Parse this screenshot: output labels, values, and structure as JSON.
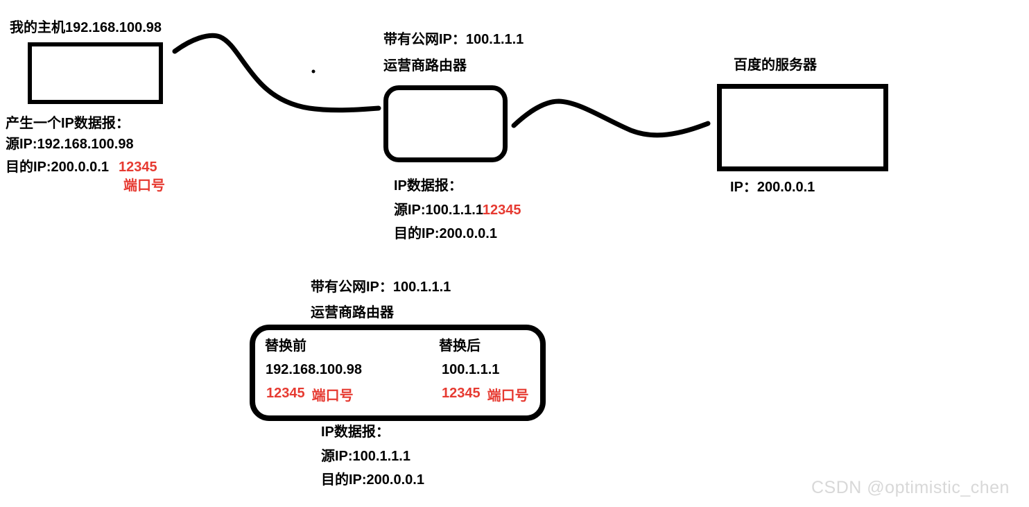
{
  "colors": {
    "stroke_black": "#000000",
    "accent_red": "#e63a31",
    "watermark_gray": "#d8d8d8",
    "background": "#ffffff"
  },
  "host": {
    "title": "我的主机192.168.100.98",
    "packet": {
      "line1": "产生一个IP数据报：",
      "line2": "源IP:192.168.100.98",
      "line3": "目的IP:200.0.0.1",
      "port_value": "12345",
      "port_label": "端口号"
    }
  },
  "router_top": {
    "title_line1": "带有公网IP：100.1.1.1",
    "title_line2": "运营商路由器",
    "packet": {
      "line1": "IP数据报：",
      "line2": "源IP:100.1.1.1",
      "port_value": "12345",
      "line3": "目的IP:200.0.0.1"
    }
  },
  "server": {
    "title": "百度的服务器",
    "ip_label": "IP：200.0.0.1"
  },
  "router_bottom": {
    "title_line1": "带有公网IP：100.1.1.1",
    "title_line2": "运营商路由器",
    "nat_table": {
      "before_header": "替换前",
      "after_header": "替换后",
      "before_ip": "192.168.100.98",
      "after_ip": "100.1.1.1",
      "before_port_value": "12345",
      "before_port_label": "端口号",
      "after_port_value": "12345",
      "after_port_label": "端口号"
    },
    "packet": {
      "line1": "IP数据报：",
      "line2": "源IP:100.1.1.1",
      "line3": "目的IP:200.0.0.1"
    }
  },
  "watermark": "CSDN @optimistic_chen"
}
